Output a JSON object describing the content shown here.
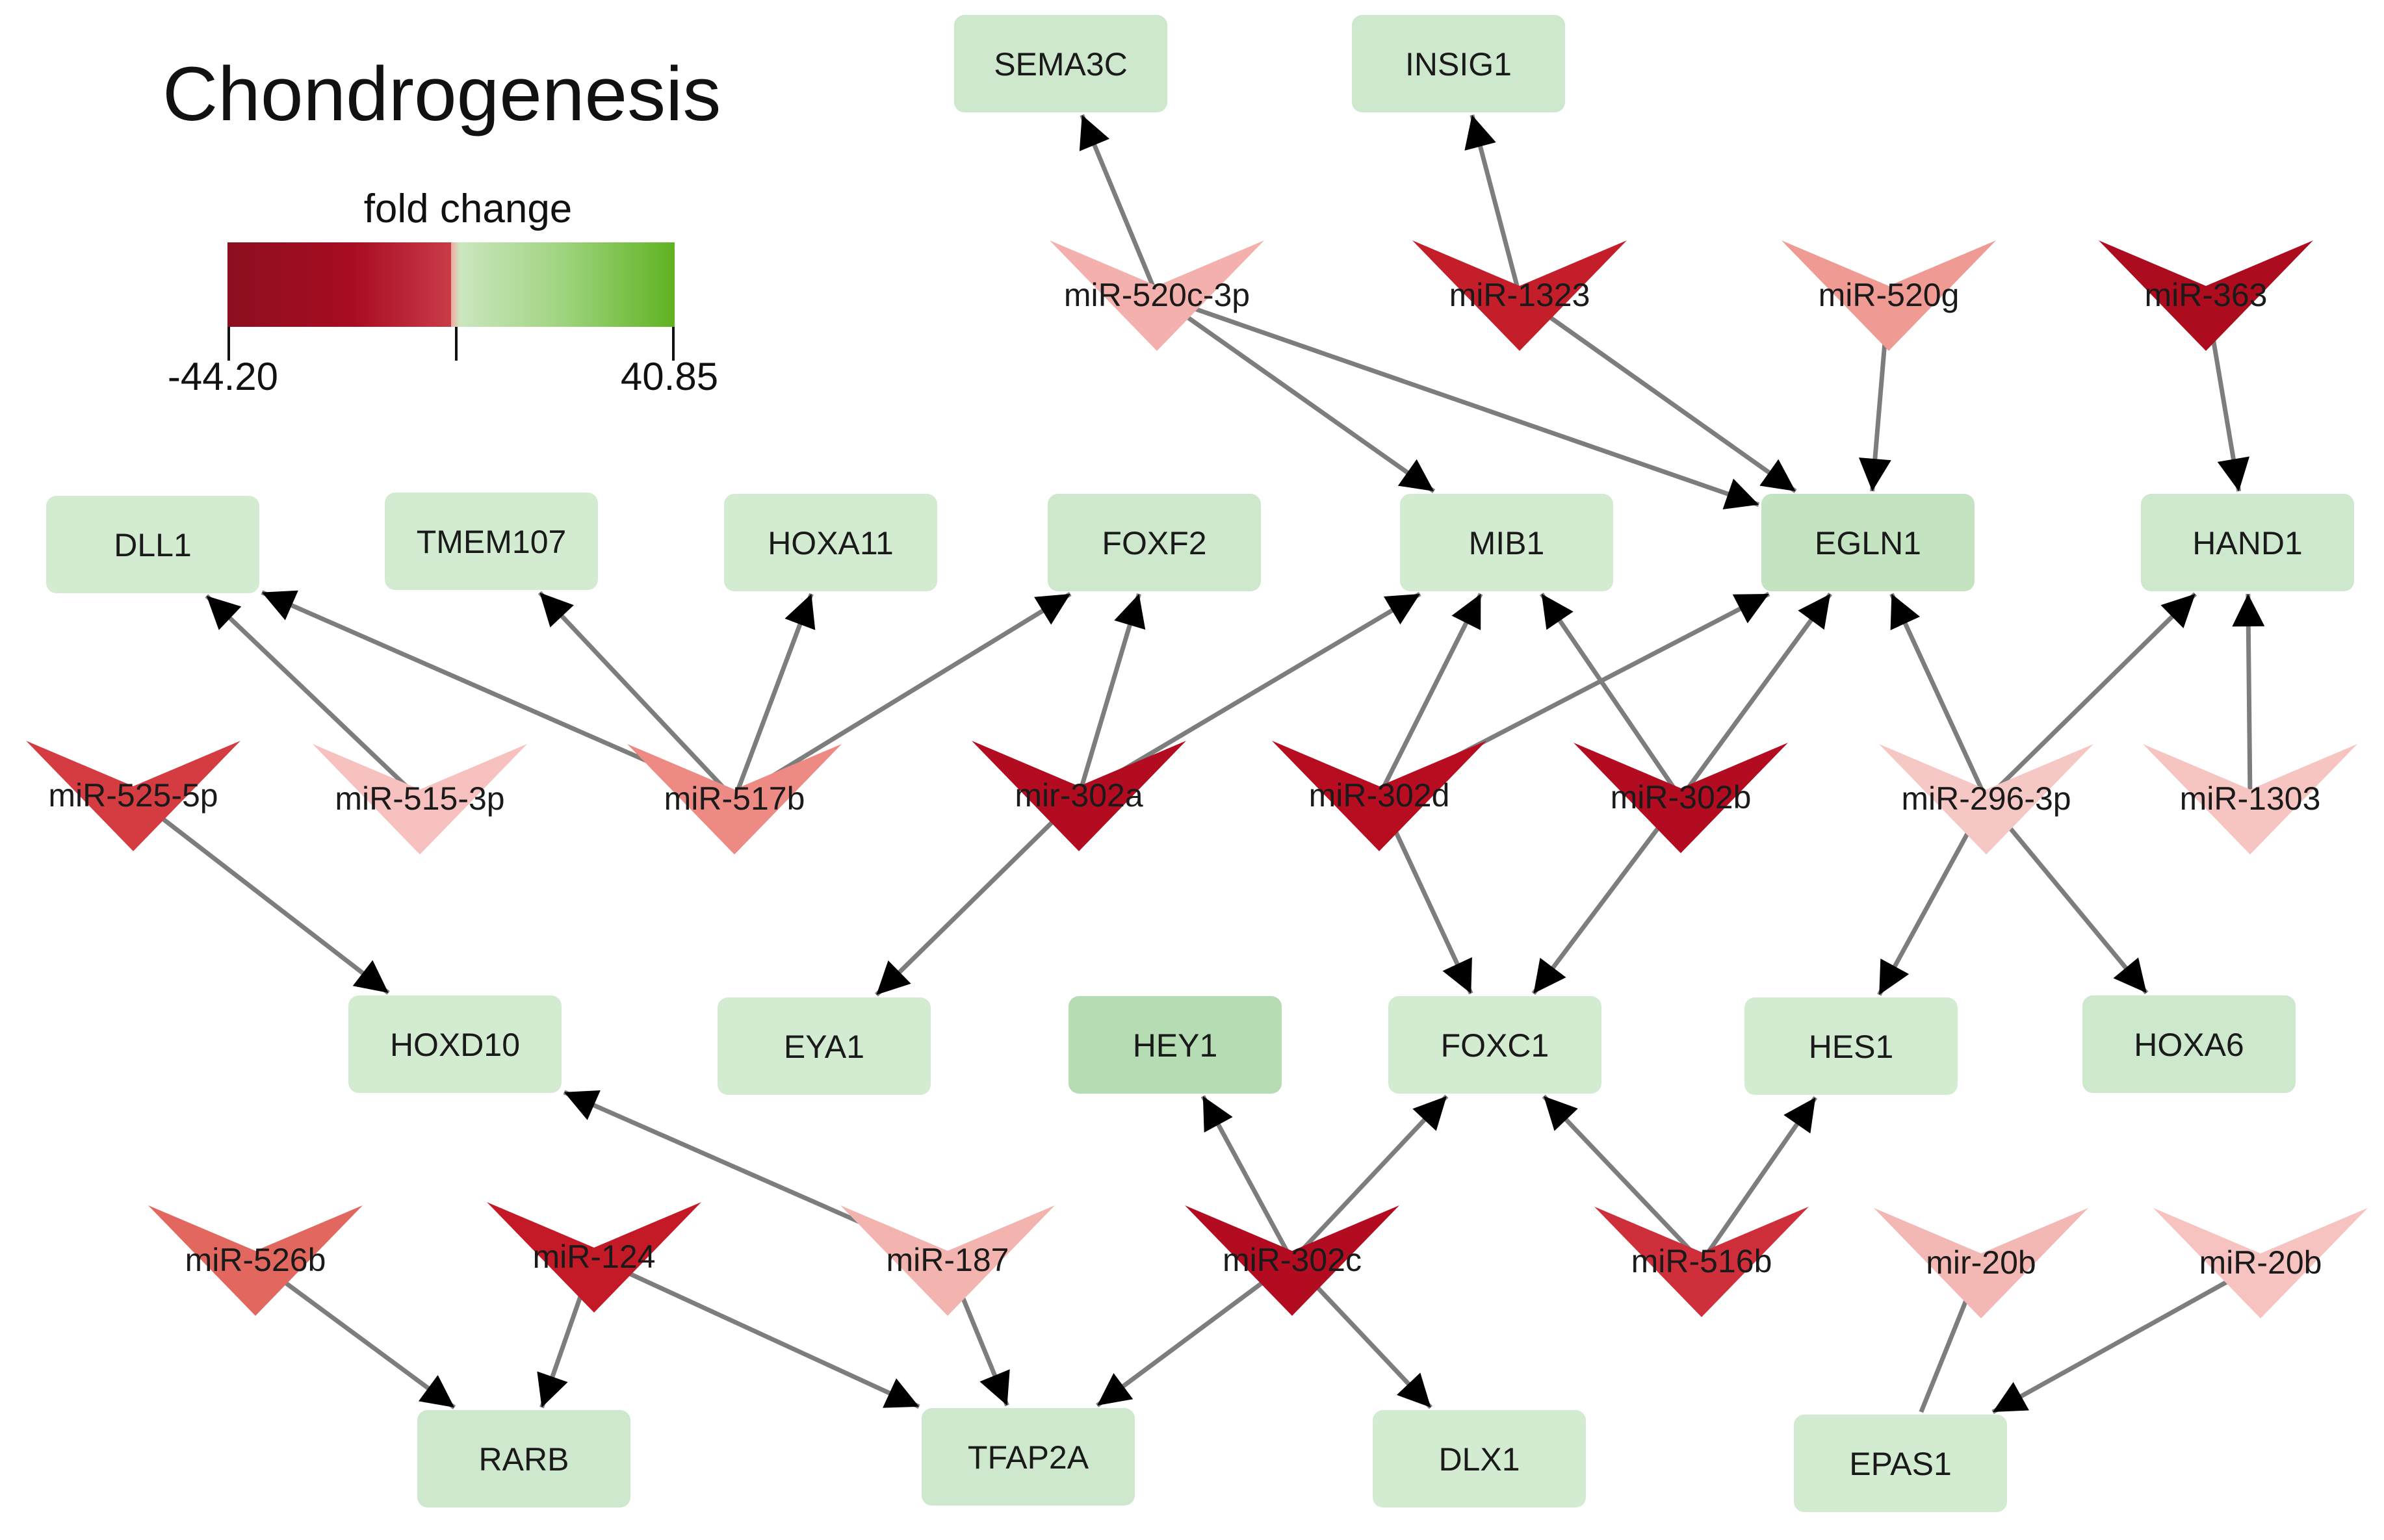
{
  "title": "Chondrogenesis",
  "legend": {
    "label": "fold change",
    "min_label": "-44.20",
    "max_label": "40.85",
    "colors": [
      "#8c0f1f",
      "#a80c22",
      "#c93b47",
      "#f2a8a4",
      "#cbe6bf",
      "#9fd47f",
      "#5fb221"
    ]
  },
  "genes": [
    {
      "id": "SEMA3C",
      "label": "SEMA3C",
      "color": "#cde8cc"
    },
    {
      "id": "INSIG1",
      "label": "INSIG1",
      "color": "#cde8cc"
    },
    {
      "id": "DLL1",
      "label": "DLL1",
      "color": "#d3ebd1"
    },
    {
      "id": "TMEM107",
      "label": "TMEM107",
      "color": "#d3ebd1"
    },
    {
      "id": "HOXA11",
      "label": "HOXA11",
      "color": "#d3ebd1"
    },
    {
      "id": "FOXF2",
      "label": "FOXF2",
      "color": "#cde8cc"
    },
    {
      "id": "MIB1",
      "label": "MIB1",
      "color": "#d3ebd1"
    },
    {
      "id": "EGLN1",
      "label": "EGLN1",
      "color": "#c3e3c1"
    },
    {
      "id": "HAND1",
      "label": "HAND1",
      "color": "#cde8cc"
    },
    {
      "id": "HOXD10",
      "label": "HOXD10",
      "color": "#d3ebd1"
    },
    {
      "id": "EYA1",
      "label": "EYA1",
      "color": "#d3ebd1"
    },
    {
      "id": "HEY1",
      "label": "HEY1",
      "color": "#b5dcb3"
    },
    {
      "id": "FOXC1",
      "label": "FOXC1",
      "color": "#d3ebd1"
    },
    {
      "id": "HES1",
      "label": "HES1",
      "color": "#d3ebd1"
    },
    {
      "id": "HOXA6",
      "label": "HOXA6",
      "color": "#cde8cc"
    },
    {
      "id": "RARB",
      "label": "RARB",
      "color": "#cde8cc"
    },
    {
      "id": "TFAP2A",
      "label": "TFAP2A",
      "color": "#cde8cc"
    },
    {
      "id": "DLX1",
      "label": "DLX1",
      "color": "#d3ebd1"
    },
    {
      "id": "EPAS1",
      "label": "EPAS1",
      "color": "#d3ebd1"
    }
  ],
  "mirnas": [
    {
      "id": "miR-520c-3p",
      "label": "miR-520c-3p",
      "color": "#f3b0ac"
    },
    {
      "id": "miR-1323",
      "label": "miR-1323",
      "color": "#c41e2b"
    },
    {
      "id": "miR-520g",
      "label": "miR-520g",
      "color": "#ef9a93"
    },
    {
      "id": "miR-363",
      "label": "miR-363",
      "color": "#ad0b1e"
    },
    {
      "id": "miR-525-5p",
      "label": "miR-525-5p",
      "color": "#d43c41"
    },
    {
      "id": "miR-515-3p",
      "label": "miR-515-3p",
      "color": "#f6c1be"
    },
    {
      "id": "miR-517b",
      "label": "miR-517b",
      "color": "#ec8a83"
    },
    {
      "id": "mir-302a",
      "label": "mir-302a",
      "color": "#b30c20"
    },
    {
      "id": "miR-302d",
      "label": "miR-302d",
      "color": "#b80d20"
    },
    {
      "id": "miR-302b",
      "label": "miR-302b",
      "color": "#b30c20"
    },
    {
      "id": "miR-296-3p",
      "label": "miR-296-3p",
      "color": "#f6c8c5"
    },
    {
      "id": "miR-1303",
      "label": "miR-1303",
      "color": "#f6c5c2"
    },
    {
      "id": "miR-526b",
      "label": "miR-526b",
      "color": "#e2685f"
    },
    {
      "id": "miR-124",
      "label": "miR-124",
      "color": "#c41a28"
    },
    {
      "id": "miR-187",
      "label": "miR-187",
      "color": "#f3b4b0"
    },
    {
      "id": "miR-302c",
      "label": "miR-302c",
      "color": "#b30c20"
    },
    {
      "id": "miR-516b",
      "label": "miR-516b",
      "color": "#cf2f3a"
    },
    {
      "id": "mir-20b-a",
      "label": "mir-20b",
      "color": "#f3b8b4"
    },
    {
      "id": "miR-20b-b",
      "label": "miR-20b",
      "color": "#f6c3c0"
    }
  ],
  "edges": [
    {
      "from": "miR-520c-3p",
      "to": "SEMA3C",
      "arrow": true
    },
    {
      "from": "miR-520c-3p",
      "to": "MIB1",
      "arrow": true
    },
    {
      "from": "miR-520c-3p",
      "to": "EGLN1",
      "arrow": true
    },
    {
      "from": "miR-1323",
      "to": "INSIG1",
      "arrow": true
    },
    {
      "from": "miR-1323",
      "to": "EGLN1",
      "arrow": true
    },
    {
      "from": "miR-520g",
      "to": "EGLN1",
      "arrow": true
    },
    {
      "from": "miR-363",
      "to": "HAND1",
      "arrow": true
    },
    {
      "from": "miR-525-5p",
      "to": "HOXD10",
      "arrow": true
    },
    {
      "from": "miR-515-3p",
      "to": "DLL1",
      "arrow": true
    },
    {
      "from": "miR-517b",
      "to": "DLL1",
      "arrow": true
    },
    {
      "from": "miR-517b",
      "to": "TMEM107",
      "arrow": true
    },
    {
      "from": "miR-517b",
      "to": "HOXA11",
      "arrow": true
    },
    {
      "from": "miR-517b",
      "to": "FOXF2",
      "arrow": true
    },
    {
      "from": "mir-302a",
      "to": "FOXF2",
      "arrow": true
    },
    {
      "from": "mir-302a",
      "to": "MIB1",
      "arrow": true
    },
    {
      "from": "mir-302a",
      "to": "EYA1",
      "arrow": true
    },
    {
      "from": "miR-302d",
      "to": "MIB1",
      "arrow": true
    },
    {
      "from": "miR-302d",
      "to": "EGLN1",
      "arrow": true
    },
    {
      "from": "miR-302d",
      "to": "FOXC1",
      "arrow": true
    },
    {
      "from": "miR-302b",
      "to": "MIB1",
      "arrow": true
    },
    {
      "from": "miR-302b",
      "to": "EGLN1",
      "arrow": true
    },
    {
      "from": "miR-302b",
      "to": "FOXC1",
      "arrow": true
    },
    {
      "from": "miR-296-3p",
      "to": "EGLN1",
      "arrow": true
    },
    {
      "from": "miR-296-3p",
      "to": "HAND1",
      "arrow": true
    },
    {
      "from": "miR-296-3p",
      "to": "HES1",
      "arrow": true
    },
    {
      "from": "miR-296-3p",
      "to": "HOXA6",
      "arrow": true
    },
    {
      "from": "miR-1303",
      "to": "HAND1",
      "arrow": true
    },
    {
      "from": "miR-526b",
      "to": "RARB",
      "arrow": true
    },
    {
      "from": "miR-124",
      "to": "RARB",
      "arrow": true
    },
    {
      "from": "miR-124",
      "to": "TFAP2A",
      "arrow": true
    },
    {
      "from": "miR-187",
      "to": "HOXD10",
      "arrow": true
    },
    {
      "from": "miR-187",
      "to": "TFAP2A",
      "arrow": true
    },
    {
      "from": "miR-302c",
      "to": "HEY1",
      "arrow": true
    },
    {
      "from": "miR-302c",
      "to": "FOXC1",
      "arrow": true
    },
    {
      "from": "miR-302c",
      "to": "TFAP2A",
      "arrow": true
    },
    {
      "from": "miR-302c",
      "to": "DLX1",
      "arrow": true
    },
    {
      "from": "miR-516b",
      "to": "FOXC1",
      "arrow": true
    },
    {
      "from": "miR-516b",
      "to": "HES1",
      "arrow": true
    },
    {
      "from": "mir-20b-a",
      "to": "EPAS1",
      "arrow": false
    },
    {
      "from": "miR-20b-b",
      "to": "EPAS1",
      "arrow": true
    }
  ]
}
